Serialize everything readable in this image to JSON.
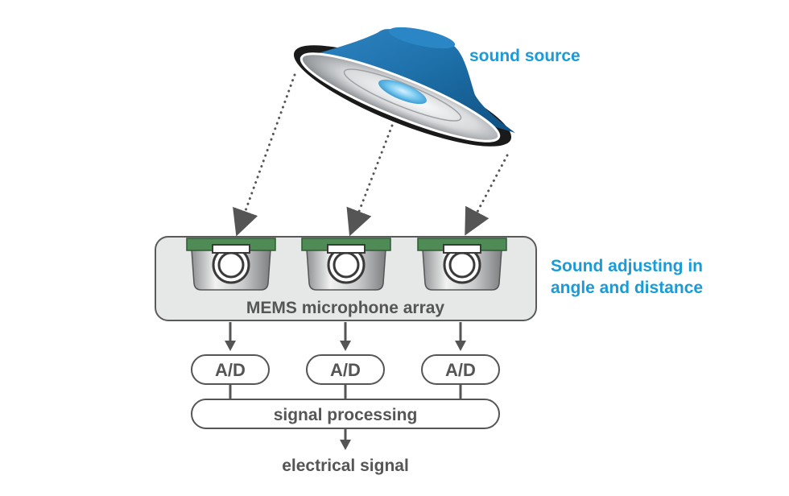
{
  "labels": {
    "sound_source": "sound source",
    "adjusting_line1": "Sound adjusting in",
    "adjusting_line2": "angle and distance",
    "mems_array": "MEMS microphone array",
    "ad": [
      "A/D",
      "A/D",
      "A/D"
    ],
    "signal_processing": "signal processing",
    "electrical_signal": "electrical signal"
  },
  "colors": {
    "accent_blue": "#1a9bd7",
    "speaker_blue": "#1d6fa8",
    "text_gray": "#555555",
    "pcb_green": "#4f8c55",
    "panel_gray": "#e6e7e7"
  }
}
